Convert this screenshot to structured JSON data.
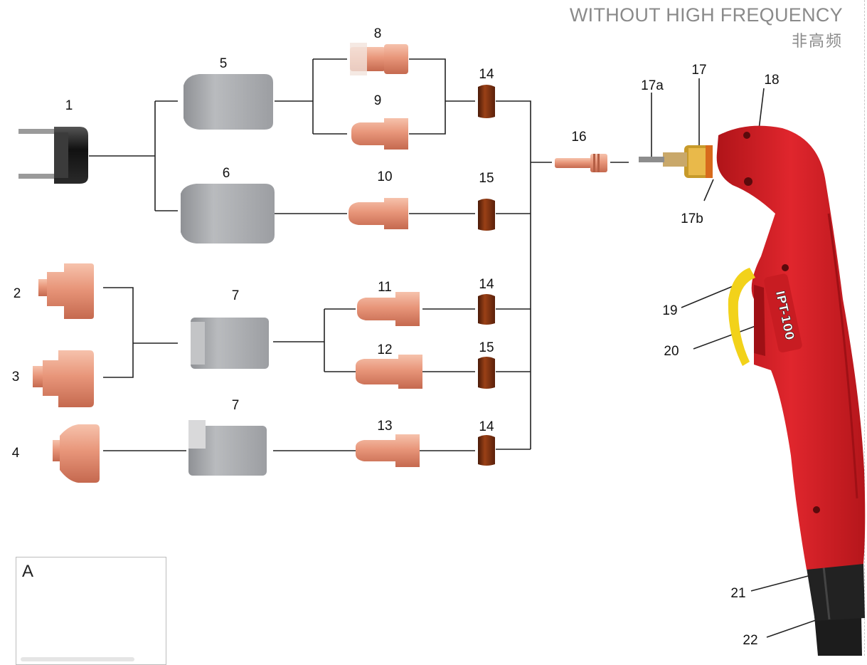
{
  "header": {
    "title_en": "WITHOUT HIGH FREQUENCY",
    "title_cn": "非高频"
  },
  "inset": {
    "label": "A"
  },
  "torch": {
    "model_text": "IPT-100"
  },
  "parts": {
    "p1": "1",
    "p2": "2",
    "p3": "3",
    "p4": "4",
    "p5": "5",
    "p6": "6",
    "p7a": "7",
    "p7b": "7",
    "p8": "8",
    "p9": "9",
    "p10": "10",
    "p11": "11",
    "p12": "12",
    "p13": "13",
    "p14a": "14",
    "p14b": "14",
    "p14c": "14",
    "p15a": "15",
    "p15b": "15",
    "p16": "16",
    "p17": "17",
    "p17a": "17a",
    "p17b": "17b",
    "p18": "18",
    "p19": "19",
    "p20": "20",
    "p21": "21",
    "p22": "22"
  },
  "colors": {
    "copper": "#e8967a",
    "ceramic": "#a6a8ac",
    "swirl_ring": "#7a2e10",
    "torch_body": "#d8232a",
    "trigger": "#f2d21a",
    "cable": "#1c1c1c",
    "line": "#222222"
  }
}
